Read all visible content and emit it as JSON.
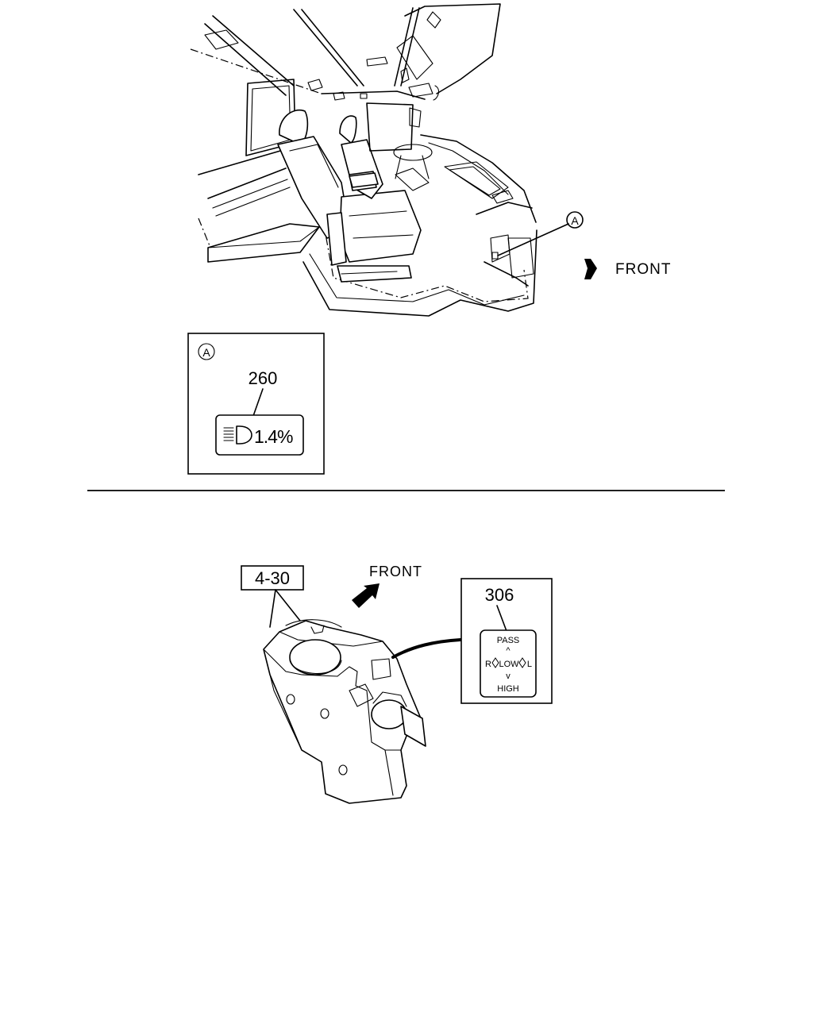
{
  "cab_view": {
    "callout_label": "A",
    "direction_label": "FRONT"
  },
  "detail_a": {
    "label": "A",
    "part_number": "260",
    "switch_text": "1.4%"
  },
  "stalk_view": {
    "ref_number": "4-30",
    "direction_label": "FRONT"
  },
  "detail_306": {
    "part_number": "306",
    "pass_label": "PASS",
    "up_chevron": "^",
    "left_label": "R",
    "center_label": "LOW",
    "right_label": "L",
    "down_chevron": "v",
    "high_label": "HIGH"
  }
}
